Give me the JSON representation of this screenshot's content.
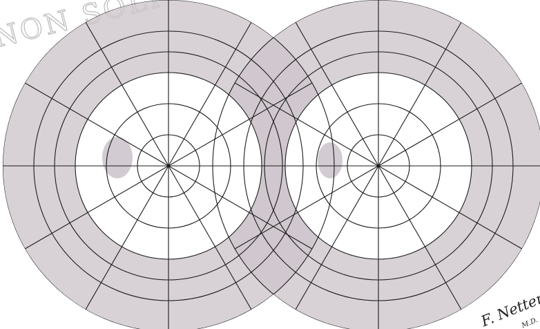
{
  "background_color": "#ffffff",
  "shading_color": "#cdc5cc",
  "central_field_color": "#ffffff",
  "grid_line_color": "#1a1a1a",
  "watermark": {
    "text": "NON SOLI",
    "color": "#bdbdbd"
  },
  "signature": {
    "name": "F. Netter",
    "suffix": "M.D."
  },
  "fields": [
    {
      "eye": "left"
    },
    {
      "eye": "right"
    }
  ]
}
